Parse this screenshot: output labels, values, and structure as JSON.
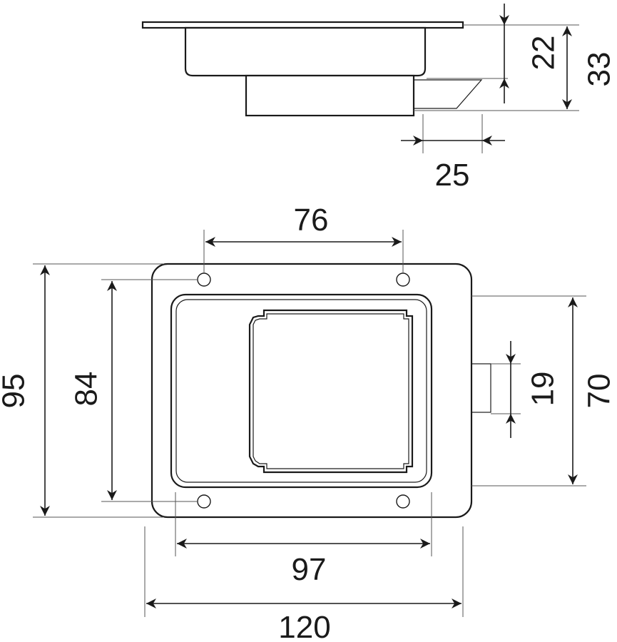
{
  "dimensions": {
    "side_height_inner": "22",
    "side_height_total": "33",
    "side_offset": "25",
    "hole_spacing_horizontal": "76",
    "overall_height": "95",
    "hole_spacing_vertical": "84",
    "tab_height": "19",
    "recess_height": "70",
    "recess_width": "97",
    "overall_width": "120"
  },
  "colors": {
    "line": "#1a1a1a",
    "background": "#ffffff"
  }
}
